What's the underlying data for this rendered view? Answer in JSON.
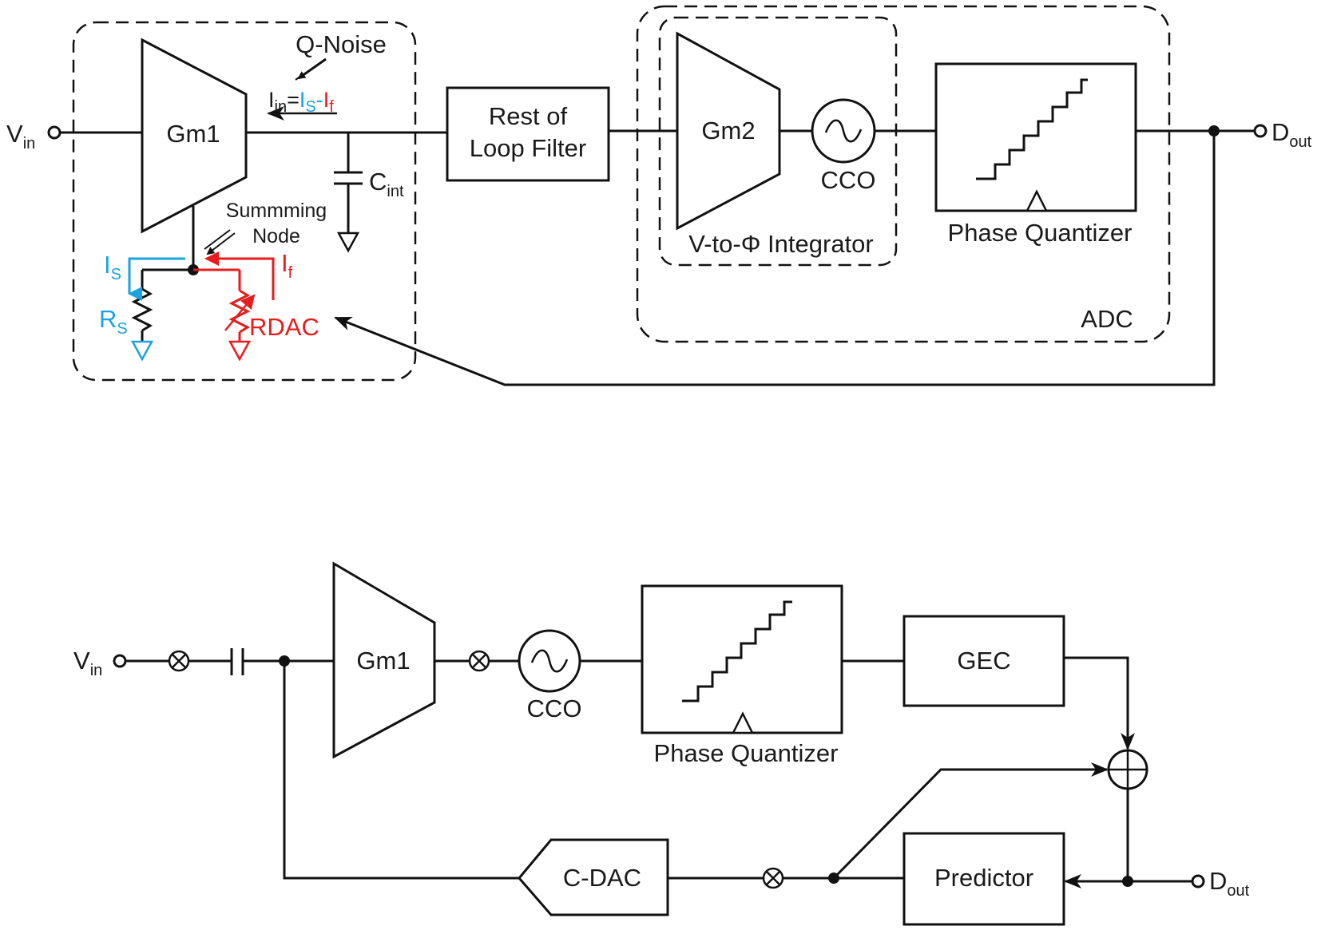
{
  "colors": {
    "line": "#111111",
    "blue": "#1aa3e0",
    "red": "#e81c1c"
  },
  "top": {
    "vin": {
      "main": "V",
      "sub": "in"
    },
    "gm1": "Gm1",
    "qnoise": "Q-Noise",
    "iin": {
      "i1": "I",
      "s1": "in",
      "eq": "=",
      "i2": "I",
      "s2": "S",
      "minus": "-",
      "i3": "I",
      "s3": "f"
    },
    "cint": {
      "main": "C",
      "sub": "int"
    },
    "summing": [
      "Summming",
      "Node"
    ],
    "is": {
      "main": "I",
      "sub": "S"
    },
    "if": {
      "main": "I",
      "sub": "f"
    },
    "rs": {
      "main": "R",
      "sub": "S"
    },
    "rdac": "RDAC",
    "loop_filter": [
      "Rest of",
      "Loop Filter"
    ],
    "gm2": "Gm2",
    "cco": "CCO",
    "integrator": "V-to-Φ Integrator",
    "quantizer": "Phase Quantizer",
    "adc": "ADC",
    "dout": {
      "main": "D",
      "sub": "out"
    }
  },
  "bottom": {
    "vin": {
      "main": "V",
      "sub": "in"
    },
    "gm1": "Gm1",
    "cco": "CCO",
    "quantizer": "Phase Quantizer",
    "gec": "GEC",
    "predictor": "Predictor",
    "cdac": "C-DAC",
    "dout": {
      "main": "D",
      "sub": "out"
    }
  }
}
